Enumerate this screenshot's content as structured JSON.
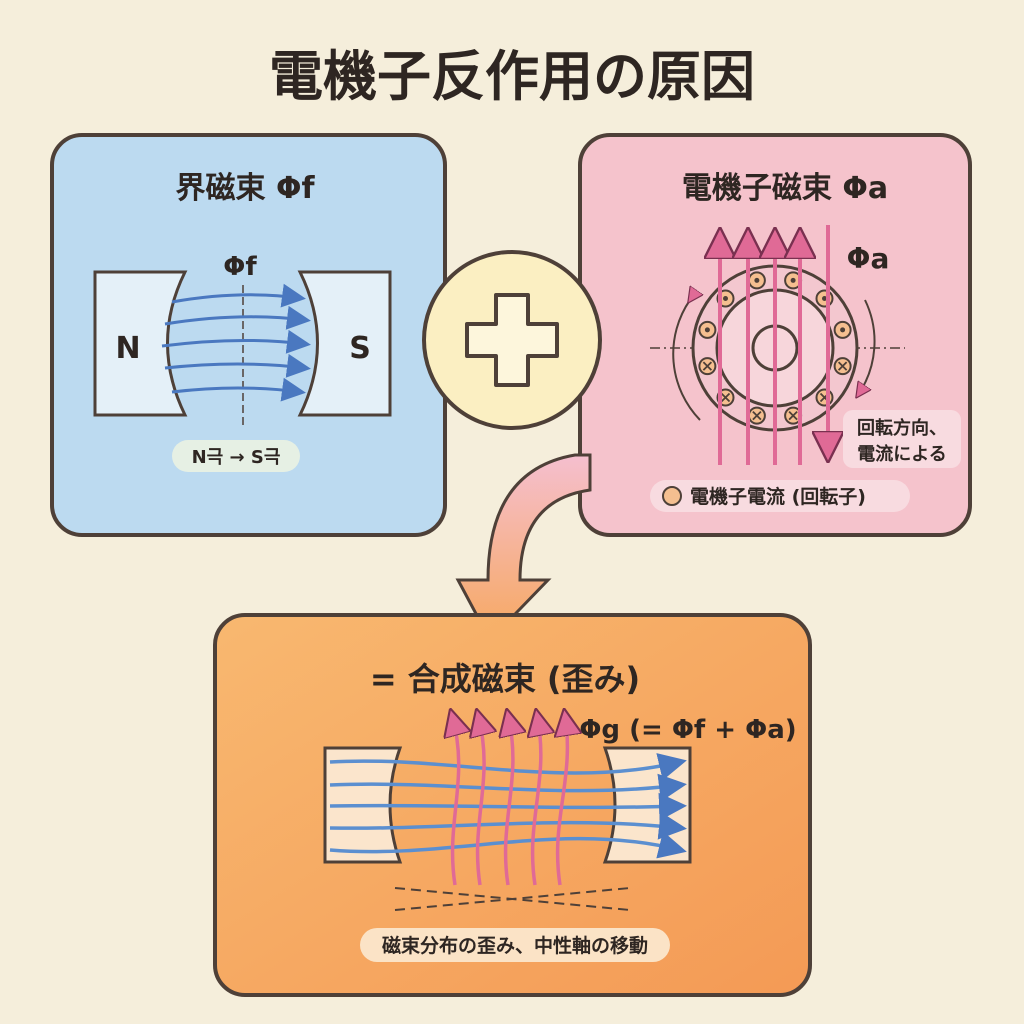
{
  "title": "電機子反作用の原因",
  "field_panel": {
    "title": "界磁束 Φf",
    "flux_label": "Φf",
    "north_label": "N",
    "south_label": "S",
    "direction_label": "N극 → S극"
  },
  "plus_symbol": "+",
  "armature_panel": {
    "title": "電機子磁束 Φa",
    "flux_label": "Φa",
    "note_line1": "回転方向、",
    "note_line2": "電流による",
    "legend": "電機子電流 (回転子)"
  },
  "result_panel": {
    "title": "= 合成磁束 (歪み)",
    "formula": "Φg (= Φf + Φa)",
    "caption": "磁束分布の歪み、中性軸の移動"
  },
  "colors": {
    "field": "#5b8fd0",
    "armature": "#d9668c",
    "blue_panel": "#bcdaf0",
    "pink_panel": "#f5c3cc",
    "orange_panel": "#f6ad68"
  }
}
